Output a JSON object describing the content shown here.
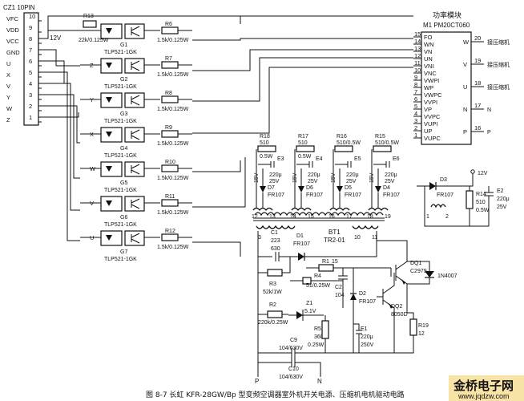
{
  "connector": {
    "name": "CZ1 10PIN",
    "pins": [
      {
        "num": "10",
        "sig": "VFC"
      },
      {
        "num": "9",
        "sig": "VDD"
      },
      {
        "num": "8",
        "sig": "VCC"
      },
      {
        "num": "7",
        "sig": "GND"
      },
      {
        "num": "6",
        "sig": "U"
      },
      {
        "num": "5",
        "sig": "X"
      },
      {
        "num": "4",
        "sig": "V"
      },
      {
        "num": "3",
        "sig": "Y"
      },
      {
        "num": "2",
        "sig": "W"
      },
      {
        "num": "1",
        "sig": "Z"
      }
    ],
    "supply": "12V"
  },
  "module": {
    "title": "功率模块",
    "part": "M1 PM20CT060",
    "left_pins": [
      {
        "num": "15",
        "sig": "FO"
      },
      {
        "num": "14",
        "sig": "WN"
      },
      {
        "num": "13",
        "sig": "VN"
      },
      {
        "num": "12",
        "sig": "UN"
      },
      {
        "num": "11",
        "sig": "VNI"
      },
      {
        "num": "10",
        "sig": "VNC"
      },
      {
        "num": "9",
        "sig": "VWPI"
      },
      {
        "num": "8",
        "sig": "WP"
      },
      {
        "num": "7",
        "sig": "VWPC"
      },
      {
        "num": "6",
        "sig": "VVPI"
      },
      {
        "num": "5",
        "sig": "VP"
      },
      {
        "num": "4",
        "sig": "VVPC"
      },
      {
        "num": "3",
        "sig": "VUPI"
      },
      {
        "num": "2",
        "sig": "UP"
      },
      {
        "num": "1",
        "sig": "VUPC"
      }
    ],
    "right_pins": [
      {
        "num": "20",
        "sig": "W",
        "ext": "接压缩机"
      },
      {
        "num": "19",
        "sig": "V",
        "ext": "接压缩机"
      },
      {
        "num": "18",
        "sig": "U",
        "ext": "接压缩机"
      },
      {
        "num": "17",
        "sig": "N",
        "ext": "N"
      },
      {
        "num": "16",
        "sig": "P",
        "ext": "P"
      }
    ]
  },
  "optocouplers": [
    {
      "label": "G1",
      "part": "TLP521-1GK",
      "pin": "",
      "r_in": "R13",
      "r_in_val": "22k/0.125W",
      "r_out": "R6",
      "r_out_val": "1.5k/0.125W"
    },
    {
      "label": "G2",
      "part": "TLP521-1GK",
      "pin": "Z",
      "r_out": "R7",
      "r_out_val": "1.5k/0.125W"
    },
    {
      "label": "G3",
      "part": "TLP521-1GK",
      "pin": "Y",
      "r_out": "R8",
      "r_out_val": "1.5k/0.125W"
    },
    {
      "label": "G4",
      "part": "TLP521-1GK",
      "pin": "X",
      "r_out": "R9",
      "r_out_val": "1.5k/0.125W"
    },
    {
      "label": "G5",
      "part": "TLP521-1GK",
      "pin": "W",
      "r_out": "R10",
      "r_out_val": "1.5k/0.125W"
    },
    {
      "label": "G6",
      "part": "TLP521-1GK",
      "pin": "V",
      "r_out": "R11",
      "r_out_val": "1.5k/0.125W"
    },
    {
      "label": "G7",
      "part": "TLP521-1GK",
      "pin": "U",
      "r_out": "R12",
      "r_out_val": "1.5k/0.125W"
    }
  ],
  "bootstrap": [
    {
      "r": "R18",
      "r_val": "510",
      "r_w": "0.5W",
      "c": "E3",
      "c_val": "220μ",
      "c_v": "25V",
      "d": "D7",
      "d_part": "FR107",
      "v": "15V",
      "taps": [
        "12",
        "13"
      ]
    },
    {
      "r": "R17",
      "r_val": "510",
      "r_w": "0.5W",
      "c": "E4",
      "c_val": "220μ",
      "c_v": "25V",
      "d": "D6",
      "d_part": "FR107",
      "v": "15V",
      "taps": [
        "14",
        "15"
      ]
    },
    {
      "r": "R16",
      "r_val": "510/0.5W",
      "r_w": "",
      "c": "E5",
      "c_val": "220μ",
      "c_v": "25V",
      "d": "D5",
      "d_part": "FR107",
      "v": "15V",
      "taps": [
        "16",
        "17"
      ]
    },
    {
      "r": "R15",
      "r_val": "510/0.5W",
      "r_w": "",
      "c": "E6",
      "c_val": "220μ",
      "c_v": "25V",
      "d": "D4",
      "d_part": "FR107",
      "v": "15V",
      "taps": [
        "18",
        "19"
      ]
    }
  ],
  "supply12": {
    "d": "D3",
    "d_part": "FR107",
    "v": "12V",
    "r": "R14",
    "r_val": "510",
    "r_w": "0.5W",
    "c": "E2",
    "c_val": "220μ",
    "c_v": "25V",
    "taps": [
      "1",
      "2"
    ]
  },
  "power": {
    "t_label": "BT1",
    "t_part": "TR2-01",
    "t_taps": [
      "3",
      "10",
      "11"
    ],
    "c1": "C1",
    "c1_val": "223",
    "c1_v": "630",
    "d1": "D1",
    "d1_part": "FR107",
    "r1": "R1",
    "r1_val": "15",
    "r4": "R4",
    "r4_val": "51/0.25W",
    "r3": "R3",
    "r3_val": "52k/1W",
    "c2": "C2",
    "c2_val": "104",
    "d2": "D2",
    "d2_part": "FR107",
    "r2": "R2",
    "r2_val": "220k/0.25W",
    "z1": "Z1",
    "z1_val": "5.1V",
    "r5": "R5",
    "r5_val": "360",
    "r5_w": "0.25W",
    "e1": "E1",
    "e1_val": "220μ",
    "e1_v": "250V",
    "c9": "C9",
    "c9_val": "104/630V",
    "c10": "C10",
    "c10_val": "104/630V",
    "dq1": "DQ1",
    "dq1_part": "C2979",
    "dq2": "DQ2",
    "dq2_part": "8050D",
    "r19": "R19",
    "r19_val": "12",
    "diode_ext": "1N4007",
    "p_label": "P",
    "n_label": "N"
  },
  "caption": "图 8-7   长虹 KFR-28GW/Bp 型变频空调器室外机开关电源、压缩机电机驱动电路",
  "watermark": {
    "text": "金桥电子网",
    "url": "www.jqdzw.com"
  }
}
